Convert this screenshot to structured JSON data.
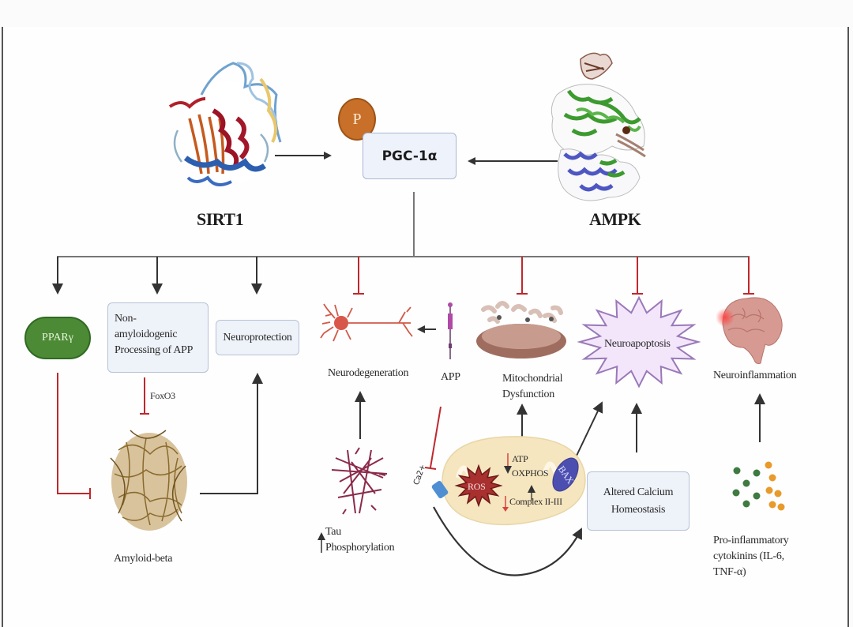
{
  "diagram": {
    "title": "SIRT1/AMPK – PGC-1α signaling in neurodegeneration",
    "upstream": {
      "sirt1": "SIRT1",
      "ampk": "AMPK",
      "phospho_badge": "P",
      "hub": "PGC-1α"
    },
    "activated_targets": {
      "pparg": "PPARγ",
      "non_amyloidogenic": [
        "Non-",
        "amyloidogenic",
        "Processing of APP"
      ],
      "neuroprotection": "Neuroprotection"
    },
    "inhibited_targets": {
      "neurodegeneration": "Neurodegeneration",
      "mitochondrial_dysfunction": [
        "Mitochondrial",
        "Dysfunction"
      ],
      "neuroapoptosis": "Neuroapoptosis",
      "neuroinflammation": "Neuroinflammation"
    },
    "mediators": {
      "foxo3": "FoxO3",
      "amyloid_beta": "Amyloid-beta",
      "app": "APP",
      "tau": [
        "Tau",
        "Phosphorylation"
      ],
      "ca": "Ca2+",
      "ros": "ROS",
      "atp": "ATP",
      "oxphos": "OXPHOS",
      "complex": "Complex II-III",
      "bax": "BAX",
      "calcium": [
        "Altered Calcium",
        "Homeostasis"
      ],
      "cytokines": [
        "Pro-inflammatory",
        "cytokinins (IL-6,",
        "TNF-α)"
      ]
    },
    "colors": {
      "activation_arrow": "#333333",
      "inhibition_arrow": "#c0272d",
      "pparg_fill": "#4c8a35",
      "phospho_fill": "#c8702a",
      "box_fill": "#eef2f9",
      "apoptosis_fill": "#f3e6fb",
      "apoptosis_stroke": "#9a79b8",
      "ros_fill": "#a8302f",
      "bax_fill": "#4d4fb0",
      "mito_fill": "#f6e6bf"
    }
  }
}
